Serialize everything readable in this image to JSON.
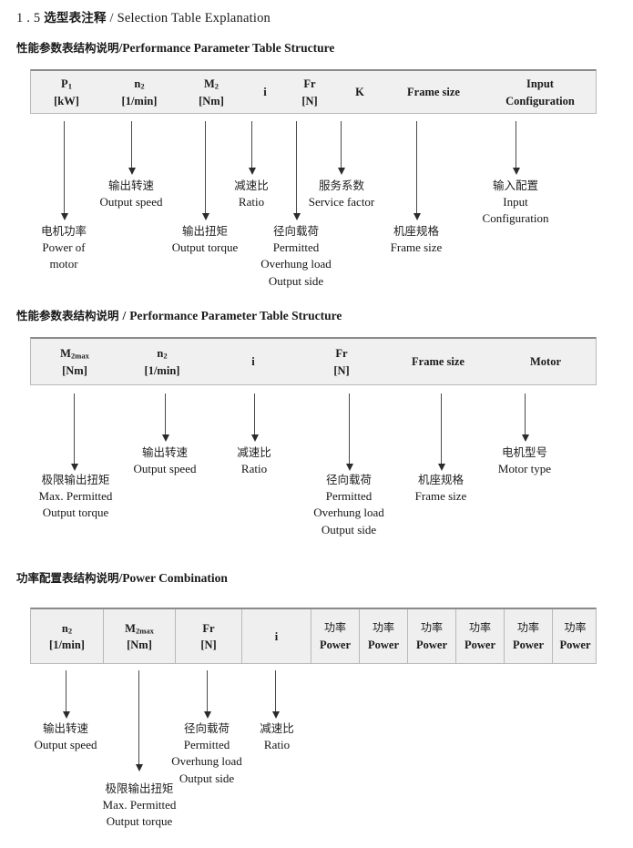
{
  "document": {
    "section_number": "1 . 5",
    "section_title_cn": "选型表注释",
    "section_title_sep": "/",
    "section_title_en": "Selection Table Explanation"
  },
  "sections": [
    {
      "heading_cn": "性能参数表结构说明",
      "heading_sep": "/",
      "heading_en": "Performance Parameter Table Structure",
      "table": {
        "columns": [
          {
            "symbol": "P",
            "sub": "1",
            "unit": "[kW]"
          },
          {
            "symbol": "n",
            "sub": "2",
            "unit": "[1/min]"
          },
          {
            "symbol": "M",
            "sub": "2",
            "unit": "[Nm]"
          },
          {
            "symbol": "i",
            "sub": "",
            "unit": ""
          },
          {
            "symbol": "Fr",
            "sub": "",
            "unit": "[N]"
          },
          {
            "symbol": "K",
            "sub": "",
            "unit": ""
          },
          {
            "symbol": "Frame size",
            "sub": "",
            "unit": ""
          },
          {
            "symbol": "Input",
            "sub": "",
            "unit": "Configuration"
          }
        ]
      },
      "annotations": [
        {
          "cn": "电机功率",
          "en": [
            "Power of",
            "motor"
          ]
        },
        {
          "cn": "输出转速",
          "en": [
            "Output speed"
          ]
        },
        {
          "cn": "输出扭矩",
          "en": [
            "Output torque"
          ]
        },
        {
          "cn": "减速比",
          "en": [
            "Ratio"
          ]
        },
        {
          "cn": "径向载荷",
          "en": [
            "Permitted",
            "Overhung load",
            "Output side"
          ]
        },
        {
          "cn": "服务系数",
          "en": [
            "Service factor"
          ]
        },
        {
          "cn": "机座规格",
          "en": [
            "Frame size"
          ]
        },
        {
          "cn": "输入配置",
          "en": [
            "Input",
            "Configuration"
          ]
        }
      ]
    },
    {
      "heading_cn": "性能参数表结构说明",
      "heading_sep": "/",
      "heading_en": "Performance Parameter Table Structure",
      "table": {
        "columns": [
          {
            "symbol": "M",
            "sub": "2max",
            "unit": "[Nm]"
          },
          {
            "symbol": "n",
            "sub": "2",
            "unit": "[1/min]"
          },
          {
            "symbol": "i",
            "sub": "",
            "unit": ""
          },
          {
            "symbol": "Fr",
            "sub": "",
            "unit": "[N]"
          },
          {
            "symbol": "Frame size",
            "sub": "",
            "unit": ""
          },
          {
            "symbol": "Motor",
            "sub": "",
            "unit": ""
          }
        ]
      },
      "annotations": [
        {
          "cn": "极限输出扭矩",
          "en": [
            "Max. Permitted",
            "Output  torque"
          ]
        },
        {
          "cn": "输出转速",
          "en": [
            "Output speed"
          ]
        },
        {
          "cn": "减速比",
          "en": [
            "Ratio"
          ]
        },
        {
          "cn": "径向载荷",
          "en": [
            "Permitted",
            "Overhung load",
            "Output side"
          ]
        },
        {
          "cn": "机座规格",
          "en": [
            "Frame size"
          ]
        },
        {
          "cn": "电机型号",
          "en": [
            "Motor type"
          ]
        }
      ]
    },
    {
      "heading_cn": "功率配置表结构说明",
      "heading_sep": "/",
      "heading_en": "Power Combination",
      "table": {
        "columns": [
          {
            "symbol": "n",
            "sub": "2",
            "unit": "[1/min]"
          },
          {
            "symbol": "M",
            "sub": "2max",
            "unit": "[Nm]"
          },
          {
            "symbol": "Fr",
            "sub": "",
            "unit": "[N]"
          },
          {
            "symbol": "i",
            "sub": "",
            "unit": ""
          },
          {
            "symbol": "功率",
            "sub": "",
            "unit": "Power"
          },
          {
            "symbol": "功率",
            "sub": "",
            "unit": "Power"
          },
          {
            "symbol": "功率",
            "sub": "",
            "unit": "Power"
          },
          {
            "symbol": "功率",
            "sub": "",
            "unit": "Power"
          },
          {
            "symbol": "功率",
            "sub": "",
            "unit": "Power"
          },
          {
            "symbol": "功率",
            "sub": "",
            "unit": "Power"
          }
        ]
      },
      "annotations": [
        {
          "cn": "输出转速",
          "en": [
            "Output speed"
          ]
        },
        {
          "cn": "极限输出扭矩",
          "en": [
            "Max. Permitted",
            "Output  torque"
          ]
        },
        {
          "cn": "径向载荷",
          "en": [
            "Permitted",
            "Overhung load",
            "Output side"
          ]
        },
        {
          "cn": "减速比",
          "en": [
            "Ratio"
          ]
        }
      ]
    }
  ],
  "colors": {
    "table_fill": "#f0f0f0",
    "table_border": "#b9b9b9",
    "table_top_border": "#8a8a8a",
    "arrow": "#2b2b2b",
    "text": "#1a1a1a"
  }
}
